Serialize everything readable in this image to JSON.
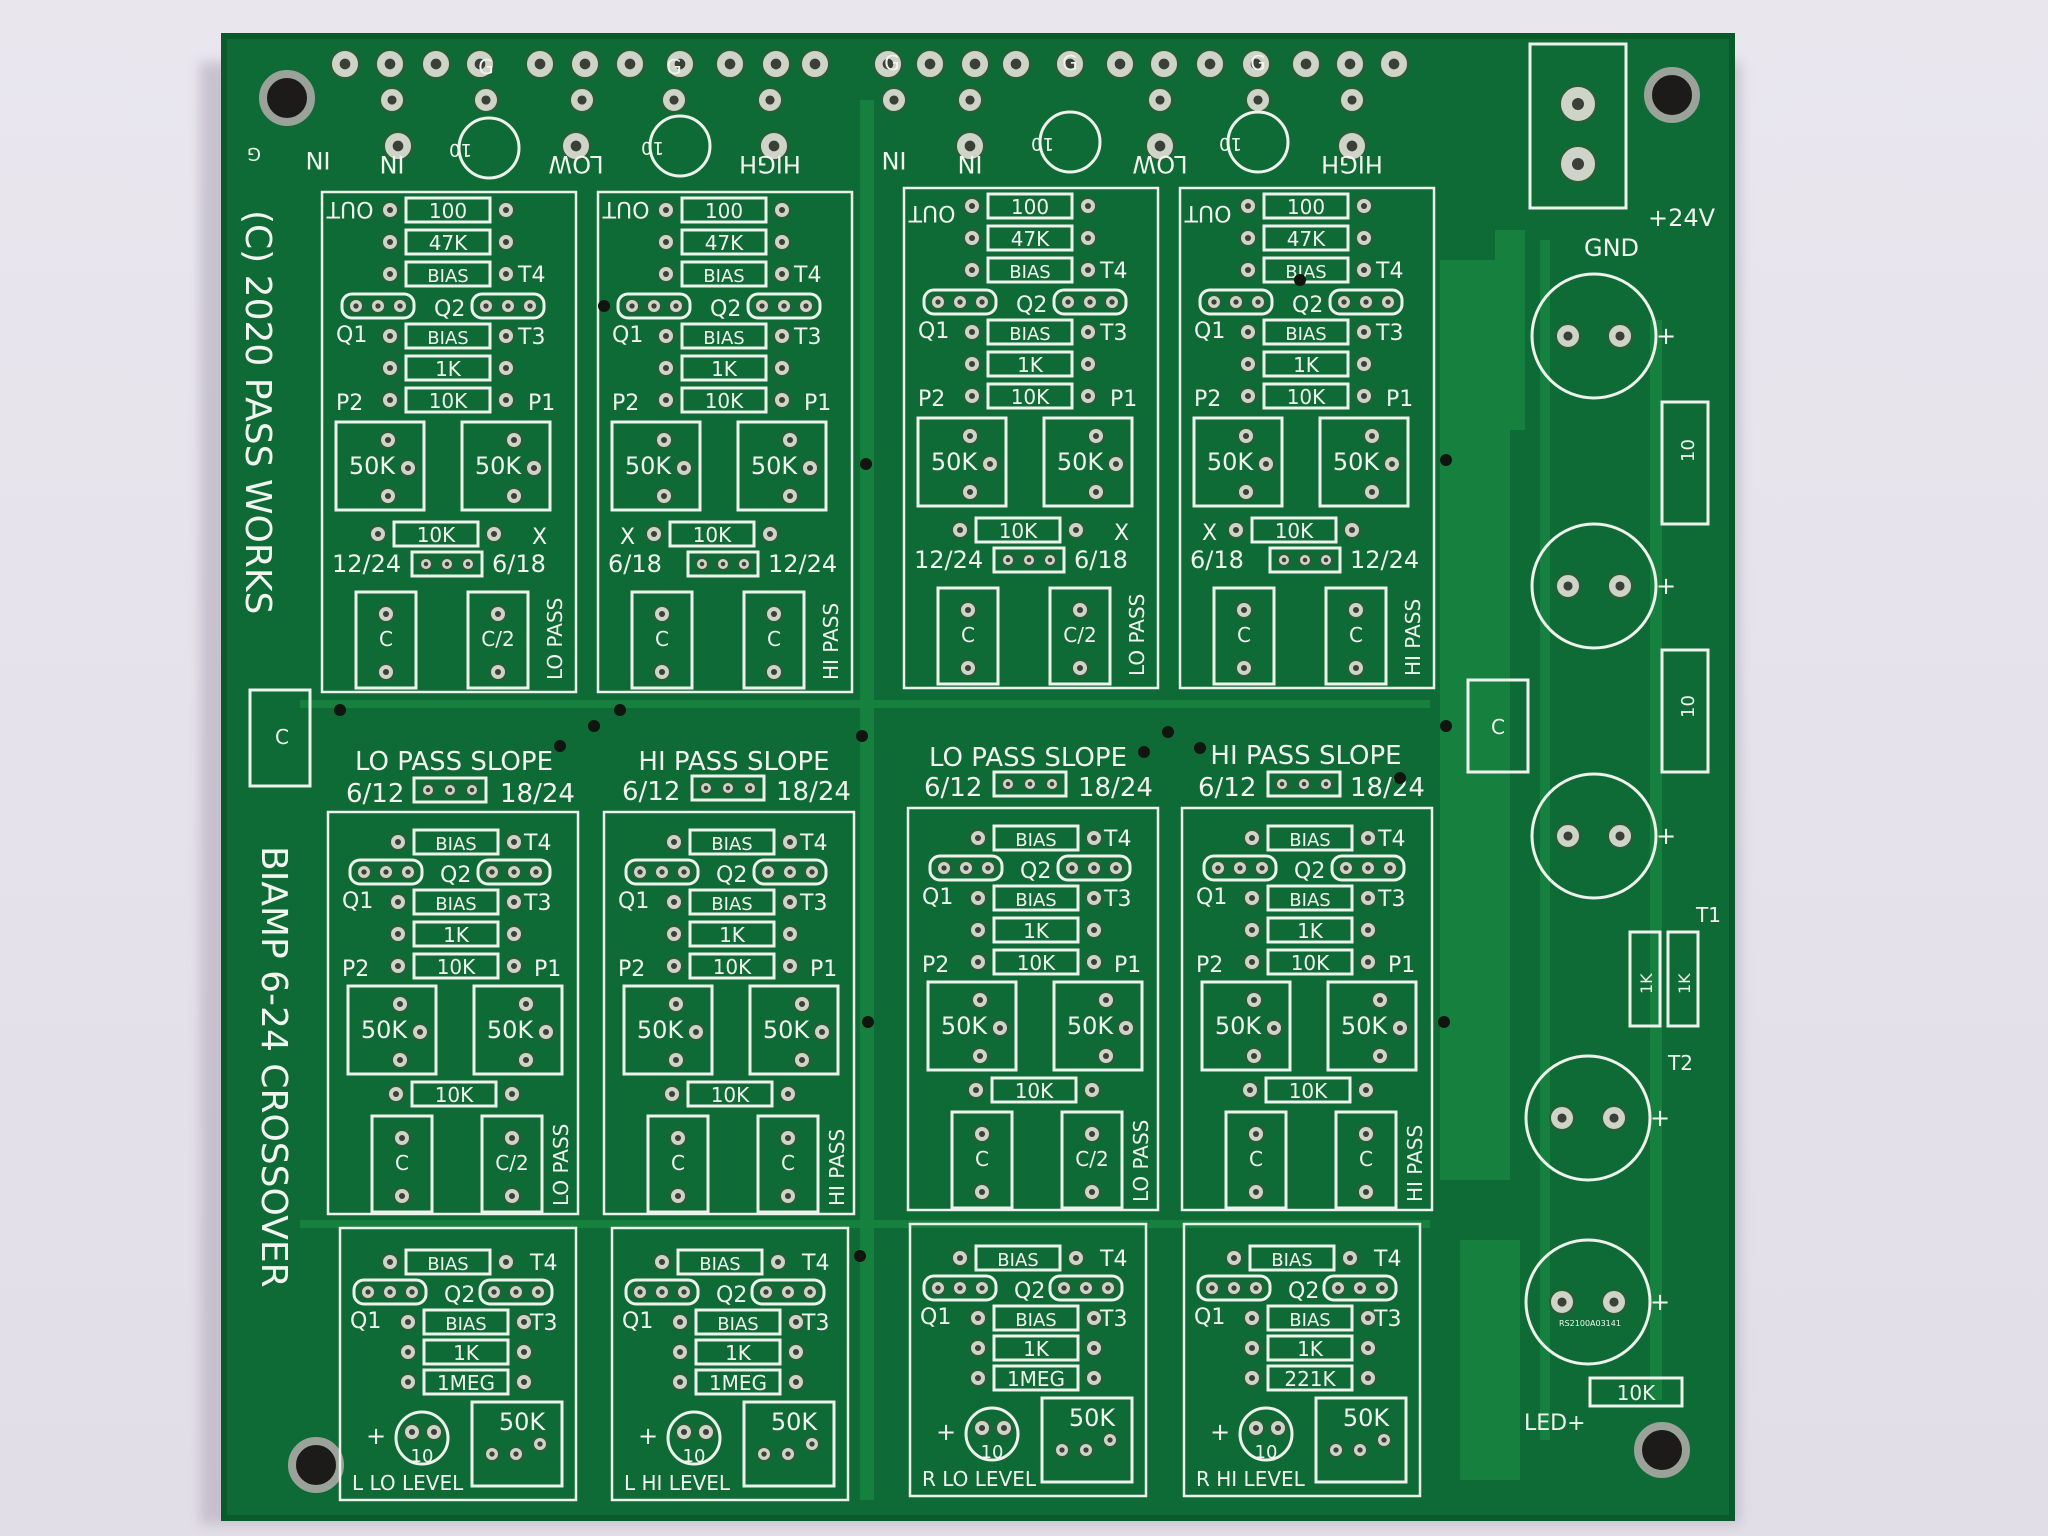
{
  "colors": {
    "background": "#e6e3ea",
    "board": "#0f6b35",
    "board_edge": "#0a5a2b",
    "copper_trace": "#1a8a45",
    "silkscreen": "#f1f4ef",
    "pad": "#cfd4c8"
  },
  "board": {
    "copyright": "(C) 2020 PASS WORKS",
    "product": "BIAMP 6-24 CROSSOVER"
  },
  "top_connector": {
    "ground_marks": [
      "G",
      "G",
      "G",
      "G",
      "G",
      "G",
      "G"
    ],
    "side_ground": "G",
    "labels": [
      "IN",
      "IN",
      "LOW",
      "HIGH",
      "IN",
      "IN",
      "LOW",
      "HIGH"
    ],
    "cap_values": [
      "10",
      "10",
      "10",
      "10"
    ]
  },
  "filter_upper": {
    "out": "OUT",
    "r_100": "100",
    "r_47k": "47K",
    "bias": "BIAS",
    "t4": "T4",
    "t3": "T3",
    "q1": "Q1",
    "q2": "Q2",
    "r_1k": "1K",
    "r_10k": "10K",
    "p1": "P1",
    "p2": "P2",
    "pot": "50K",
    "x": "X",
    "jumper_12_24": "12/24",
    "jumper_6_18": "6/18",
    "c": "C",
    "c2": "C/2",
    "lo_pass": "LO PASS",
    "hi_pass": "HI PASS"
  },
  "slope": {
    "lo": "LO PASS SLOPE",
    "hi": "HI PASS SLOPE",
    "left": "6/12",
    "right": "18/24"
  },
  "level": {
    "bias": "BIAS",
    "t4": "T4",
    "t3": "T3",
    "q1": "Q1",
    "q2": "Q2",
    "r_1k": "1K",
    "r_1meg": "1MEG",
    "r_221k": "221K",
    "cap": "10",
    "pot": "50K",
    "names": [
      "L LO LEVEL",
      "L HI LEVEL",
      "R LO LEVEL",
      "R HI LEVEL"
    ]
  },
  "power": {
    "plus24": "+24V",
    "gnd": "GND",
    "r_10a": "10",
    "r_10b": "10",
    "r_1ka": "1K",
    "r_1kb": "1K",
    "t1": "T1",
    "t2": "T2",
    "r_10k": "10K",
    "led": "LED+",
    "cap_c": "C",
    "left_c": "C",
    "plus": "+",
    "cap_marking": "RS2100A03141"
  }
}
